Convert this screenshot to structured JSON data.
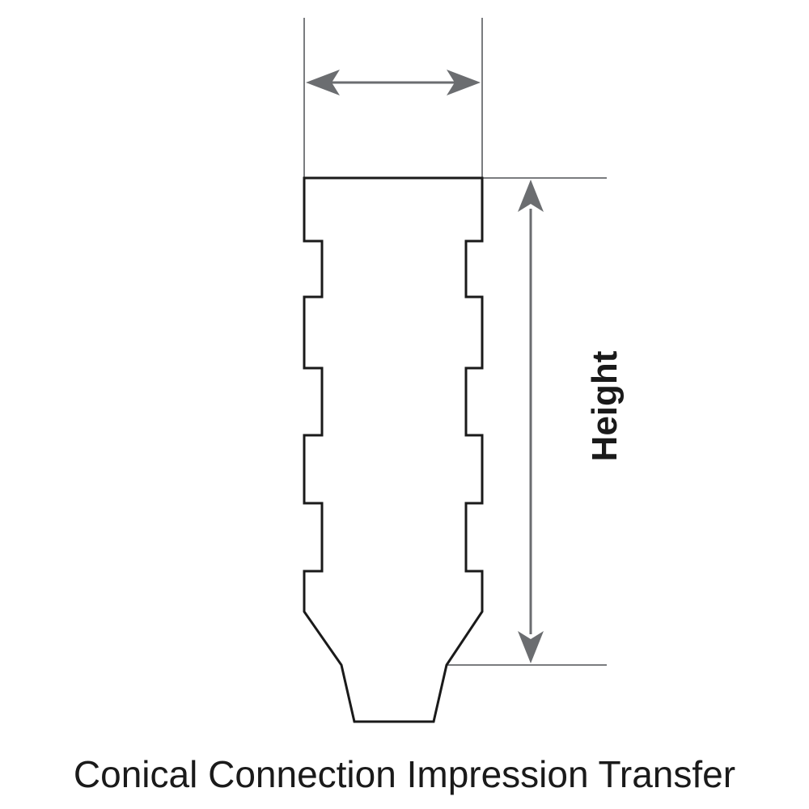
{
  "labels": {
    "height": "Height"
  },
  "caption": "Conical Connection Impression Transfer",
  "colors": {
    "outline": "#1a1a1a",
    "dimension": "#6b6d70"
  },
  "icons": {
    "width_arrow": "double-arrow-horizontal",
    "height_arrow": "double-arrow-vertical"
  }
}
